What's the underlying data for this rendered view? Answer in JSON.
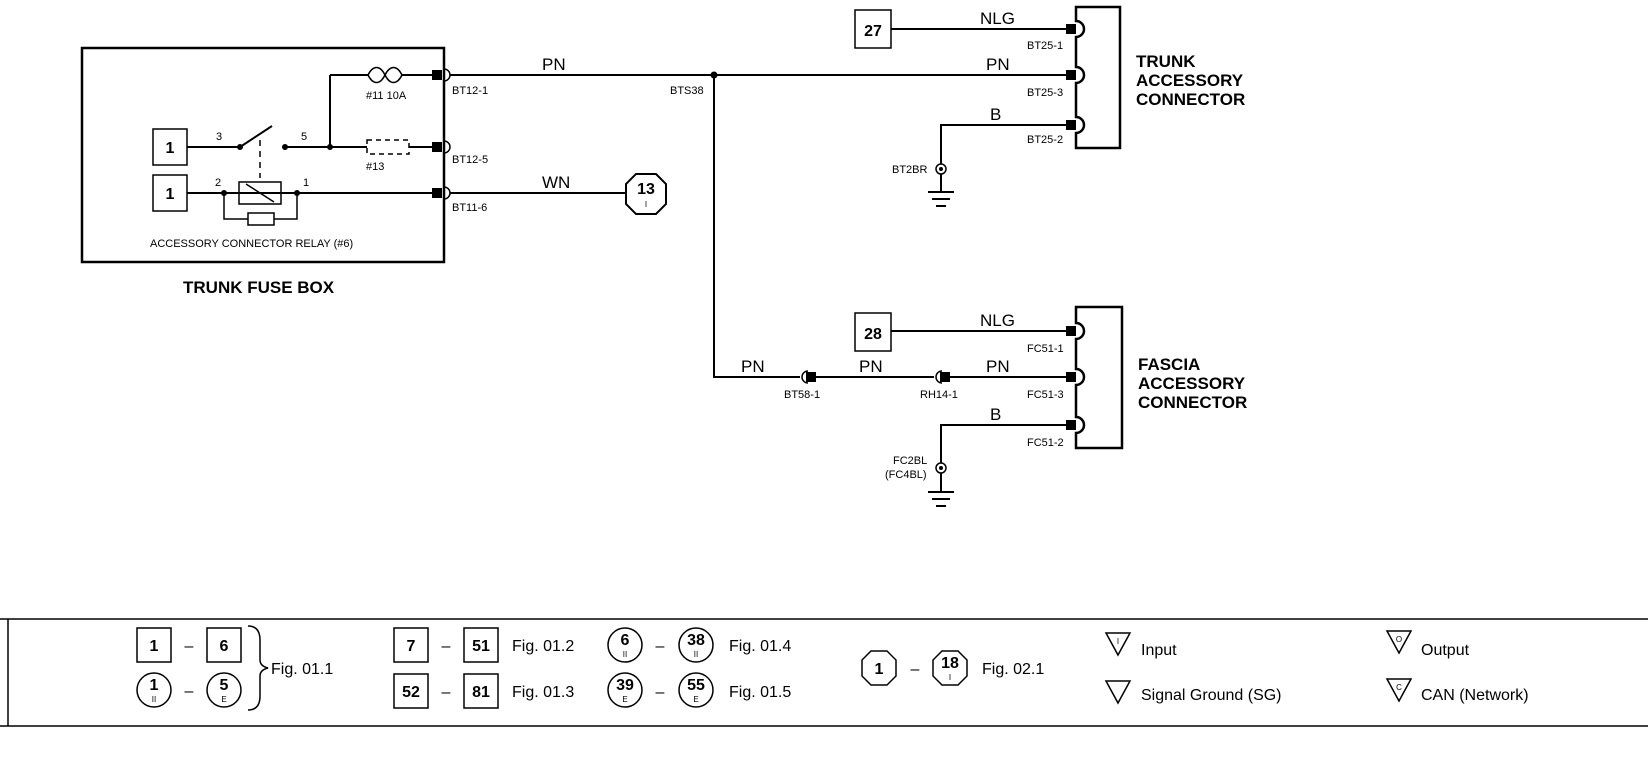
{
  "fuse_box": {
    "title": "TRUNK FUSE BOX",
    "relay_label": "ACCESSORY CONNECTOR RELAY (#6)",
    "fuse_11": "#11 10A",
    "fuse_13": "#13",
    "ref_switch": "1",
    "ref_coil": "1",
    "pin_3": "3",
    "pin_5": "5",
    "pin_2": "2",
    "pin_1": "1",
    "term_bt12_1": "BT12-1",
    "term_bt12_5": "BT12-5",
    "term_bt11_6": "BT11-6"
  },
  "wires": {
    "pn_main": "PN",
    "wn": "WN",
    "nlg_top": "NLG",
    "pn_top": "PN",
    "b_top": "B",
    "nlg_bottom": "NLG",
    "pn_bottom": "PN",
    "pn_left": "PN",
    "pn_mid": "PN",
    "b_bottom": "B"
  },
  "splice": "BTS38",
  "ref_13": {
    "num": "13",
    "sub": "I"
  },
  "trunk_connector": {
    "title_1": "TRUNK",
    "title_2": "ACCESSORY",
    "title_3": "CONNECTOR",
    "ref": "27",
    "pin_1": "BT25-1",
    "pin_3": "BT25-3",
    "pin_2": "BT25-2",
    "ground": "BT2BR"
  },
  "fascia_connector": {
    "title_1": "FASCIA",
    "title_2": "ACCESSORY",
    "title_3": "CONNECTOR",
    "ref": "28",
    "pin_1": "FC51-1",
    "pin_3": "FC51-3",
    "pin_2": "FC51-2",
    "ground_1": "FC2BL",
    "ground_2": "(FC4BL)",
    "inline_1": "BT58-1",
    "inline_2": "RH14-1"
  },
  "legend": {
    "g1_a": "1",
    "g1_b": "6",
    "g1_c": "1",
    "g1_c_sub": "II",
    "g1_d": "5",
    "g1_d_sub": "E",
    "g1_fig": "Fig. 01.1",
    "g2_a": "7",
    "g2_b": "51",
    "g2_fig": "Fig. 01.2",
    "g3_a": "52",
    "g3_b": "81",
    "g3_fig": "Fig. 01.3",
    "g4_a": "6",
    "g4_a_sub": "II",
    "g4_b": "38",
    "g4_b_sub": "II",
    "g4_fig": "Fig. 01.4",
    "g5_a": "39",
    "g5_a_sub": "E",
    "g5_b": "55",
    "g5_b_sub": "E",
    "g5_fig": "Fig. 01.5",
    "g6_a": "1",
    "g6_b": "18",
    "g6_b_sub": "I",
    "g6_fig": "Fig. 02.1",
    "dash": "–",
    "sym_input": "I",
    "sym_output": "O",
    "sym_sg": "",
    "sym_can": "C",
    "input": "Input",
    "output": "Output",
    "sg": "Signal Ground (SG)",
    "can": "CAN (Network)"
  }
}
